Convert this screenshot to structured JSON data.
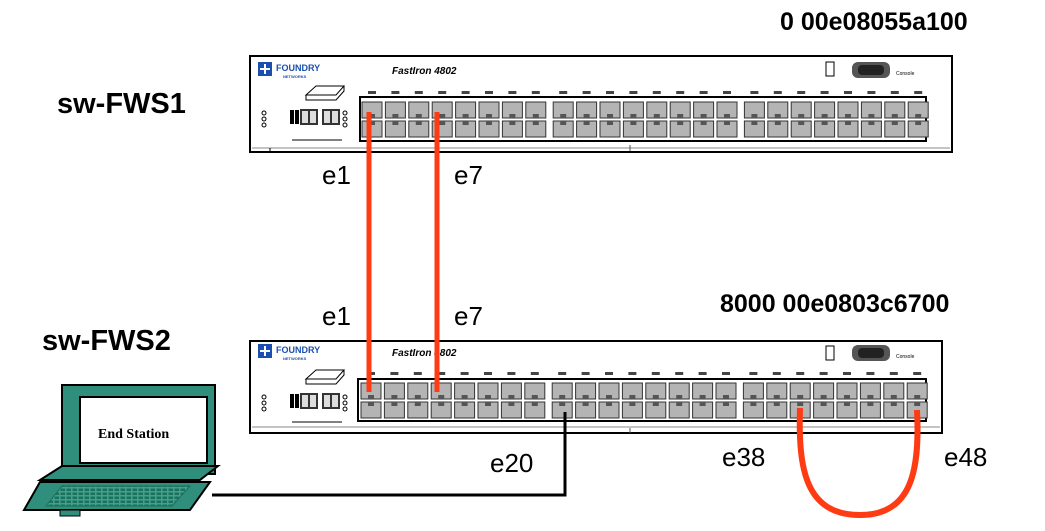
{
  "switches": [
    {
      "name": "sw-FWS1",
      "bridge_id": "0 00e08055a100",
      "brand": "FOUNDRY",
      "brand_sub": "NETWORKS",
      "model": "FastIron 4802",
      "ports_total": 48,
      "console_label": "Console"
    },
    {
      "name": "sw-FWS2",
      "bridge_id": "8000 00e0803c6700",
      "brand": "FOUNDRY",
      "brand_sub": "NETWORKS",
      "model": "FastIron 4802",
      "ports_total": 48,
      "console_label": "Console"
    }
  ],
  "port_labels": {
    "sw1_e1": "e1",
    "sw1_e7": "e7",
    "sw2_e1": "e1",
    "sw2_e7": "e7",
    "sw2_e20": "e20",
    "sw2_e38": "e38",
    "sw2_e48": "e48"
  },
  "end_station": {
    "label": "End Station"
  },
  "links": [
    {
      "from": "sw-FWS1 e1",
      "to": "sw-FWS2 e1",
      "color": "#ff3b14"
    },
    {
      "from": "sw-FWS1 e7",
      "to": "sw-FWS2 e7",
      "color": "#ff3b14"
    },
    {
      "from": "sw-FWS2 e38",
      "to": "sw-FWS2 e48",
      "color": "#ff3b14"
    },
    {
      "from": "End Station",
      "to": "sw-FWS2 e20",
      "color": "#000000"
    }
  ],
  "colors": {
    "link_red": "#ff3b14",
    "chassis_border": "#000000",
    "port_fill": "#b4b4b4",
    "laptop_teal": "#2f8f7c",
    "laptop_screen": "#ffffff"
  }
}
